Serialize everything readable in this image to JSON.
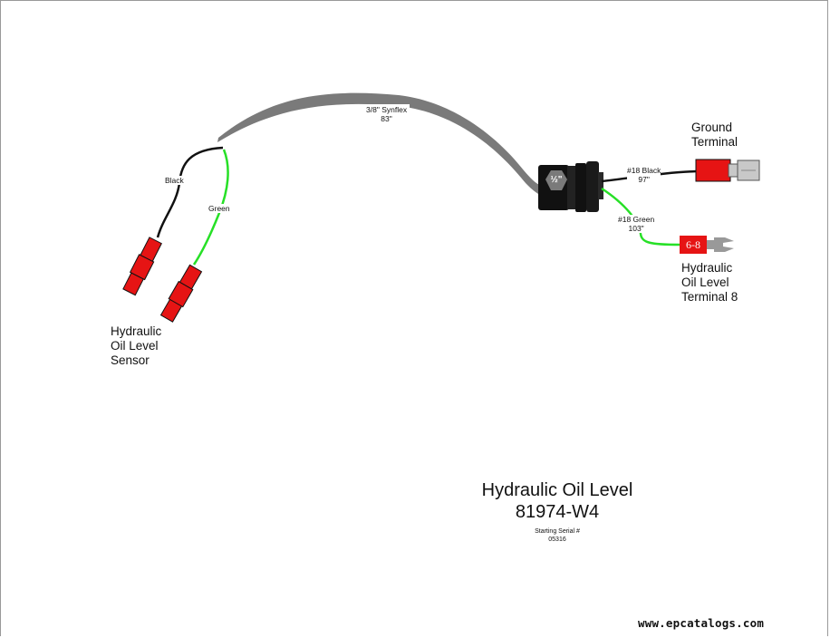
{
  "diagram": {
    "title_line1": "Hydraulic Oil Level",
    "title_line2": "81974-W4",
    "serial_label": "Starting Serial #",
    "serial_number": "05316",
    "footer": "www.epcatalogs.com",
    "cable": {
      "label_line1": "3/8\" Synflex",
      "label_line2": "83\""
    },
    "grommet": {
      "label": "½\""
    },
    "wires_left": {
      "black": "Black",
      "green": "Green"
    },
    "wires_right": {
      "black_line1": "#18 Black",
      "black_line2": "97\"",
      "green_line1": "#18 Green",
      "green_line2": "103\""
    },
    "sensor": {
      "line1": "Hydraulic",
      "line2": "Oil Level",
      "line3": "Sensor"
    },
    "ground": {
      "line1": "Ground",
      "line2": "Terminal"
    },
    "terminal8": {
      "tag": "6-8",
      "line1": "Hydraulic",
      "line2": "Oil Level",
      "line3": "Terminal 8"
    },
    "colors": {
      "cable": "#7a7a7a",
      "wire_black": "#111111",
      "wire_green": "#27e027",
      "connector_red": "#e61414",
      "grey_plug": "#c8c8c8"
    }
  }
}
